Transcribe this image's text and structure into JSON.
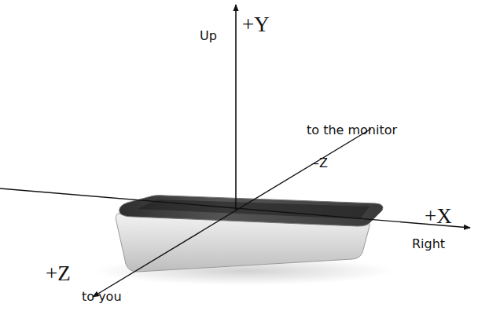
{
  "diagram": {
    "labels": [
      "Up",
      "+Y",
      "to the monitor",
      "–Z",
      "+X",
      "Right",
      "+Z",
      "to you"
    ]
  }
}
